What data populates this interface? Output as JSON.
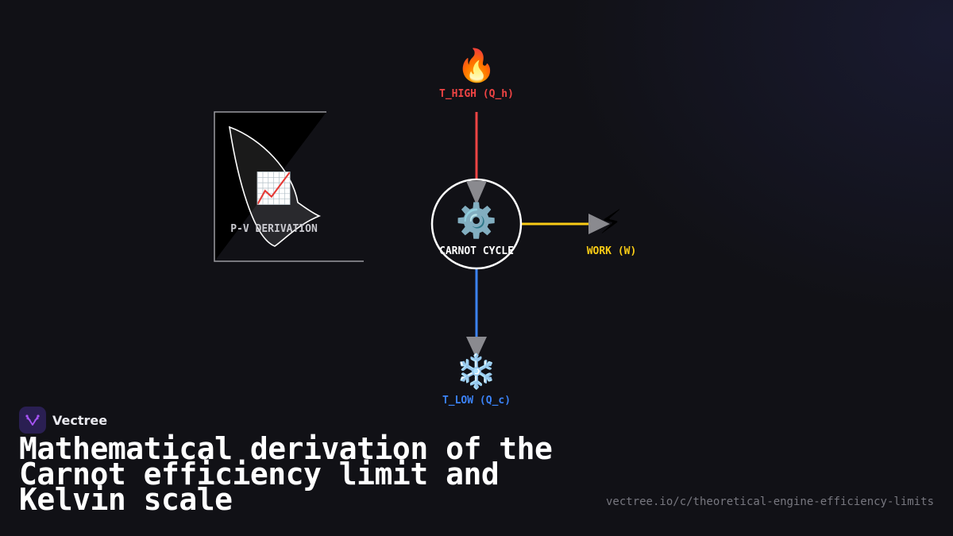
{
  "diagram": {
    "hot": {
      "icon": "fire-icon",
      "label": "T_HIGH (Q_h)",
      "color": "#ef4444"
    },
    "engine": {
      "icon": "gear-icon",
      "label": "CARNOT CYCLE",
      "color": "#ffffff"
    },
    "work": {
      "icon": "lightning-icon",
      "label": "WORK (W)",
      "color": "#facc15"
    },
    "cold": {
      "icon": "snowflake-icon",
      "label": "T_LOW (Q_c)",
      "color": "#3b82f6"
    },
    "pv": {
      "icon": "chart-increasing-icon",
      "label": "P-V DERIVATION"
    },
    "arrow_color": "#8a8a8f"
  },
  "brand": {
    "name": "Vectree",
    "accent": "#a855f7"
  },
  "title": "Mathematical derivation of the Carnot efficiency limit and Kelvin scale",
  "url": "vectree.io/c/theoretical-engine-efficiency-limits"
}
